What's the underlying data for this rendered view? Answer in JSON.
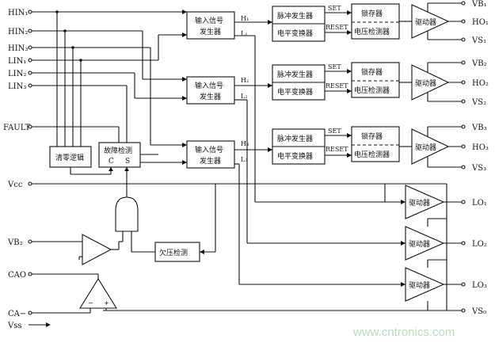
{
  "inputs": {
    "hin1": "HIN₁",
    "hin2": "HIN₂",
    "hin3": "HIN₃",
    "lin1": "LIN₁",
    "lin2": "LIN₂",
    "lin3": "LIN₃",
    "fault": "FAULT",
    "vcc": "Vcc",
    "vb2": "VB₂",
    "cao": "CAO",
    "ca_minus": "CA−",
    "vss": "Vss"
  },
  "blocks": {
    "input_gen_l1": "输入信号",
    "input_gen_l2": "发生器",
    "pulse_gen": "脉冲发生器",
    "level_shift": "电平变换器",
    "latch": "锁存器",
    "vdetect": "电压检测器",
    "driver": "驱动器",
    "clear_logic": "清零逻辑",
    "fault_detect": "故障检测",
    "fault_c": "C",
    "fault_s": "S",
    "uv_detect": "欠压检测"
  },
  "signals": {
    "set": "SET",
    "reset": "RESET",
    "h1": "H₁",
    "l1": "L₁",
    "h2": "H₂",
    "l2": "L₂",
    "h3": "H₃",
    "l3": "L₃",
    "opamp_minus": "−",
    "opamp_plus": "+"
  },
  "outputs": {
    "vb1": "VB₁",
    "ho1": "HO₁",
    "vs1": "VS₁",
    "vb2": "VB₂",
    "ho2": "HO₂",
    "vs2": "VS₂",
    "vb3": "VB₃",
    "ho3": "HO₃",
    "vs3": "VS₃",
    "lo1": "LO₁",
    "lo2": "LO₂",
    "lo3": "LO₃",
    "vs0": "VS₀"
  },
  "watermark": "www.cntronics.com"
}
